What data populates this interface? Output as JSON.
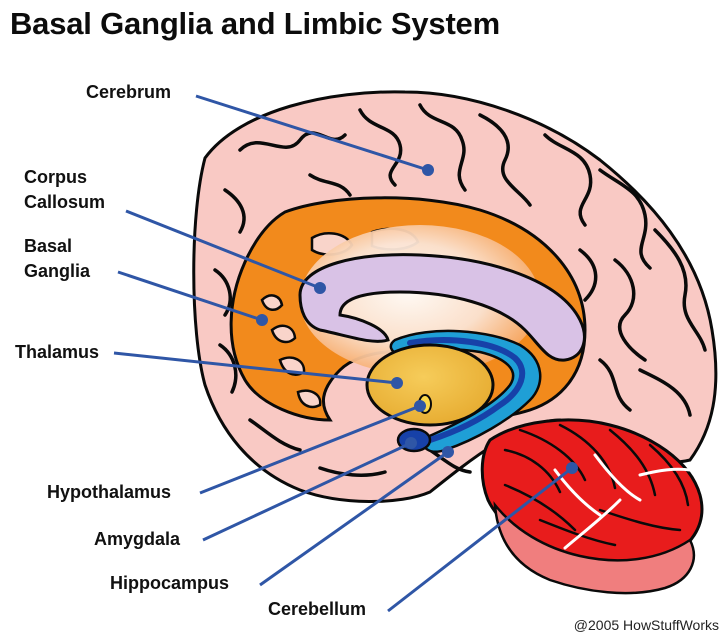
{
  "title": "Basal Ganglia and Limbic System",
  "labels": {
    "cerebrum": "Cerebrum",
    "corpus_callosum": "Corpus\nCallosum",
    "basal_ganglia": "Basal\nGanglia",
    "thalamus": "Thalamus",
    "hypothalamus": "Hypothalamus",
    "amygdala": "Amygdala",
    "hippocampus": "Hippocampus",
    "cerebellum": "Cerebellum"
  },
  "copyright": "@2005 HowStuffWorks",
  "colors": {
    "cerebrum": "#f9c9c4",
    "basal_ganglia": "#f28a1c",
    "corpus_callosum": "#d9c2e6",
    "thalamus": "#ebb53a",
    "hippocampus": "#1f9fd6",
    "amygdala": "#1741a8",
    "cerebellum": "#e81c1c",
    "leader_line": "#2f56a6"
  }
}
